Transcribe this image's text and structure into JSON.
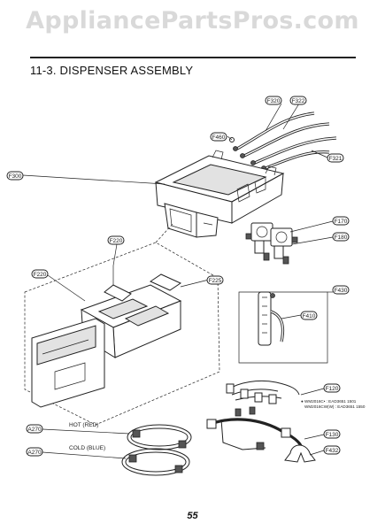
{
  "watermark": "AppliancePartsPros.com",
  "section_title": "11-3. DISPENSER ASSEMBLY",
  "page_number": "55",
  "callouts": {
    "f320_top": "F320",
    "f322": "F322",
    "f460": "F460",
    "f321": "F321",
    "f300": "F300",
    "f220": "F220",
    "f220_left": "F220",
    "f225": "F225",
    "f170": "F170",
    "f180": "F180",
    "f430": "F430",
    "f410": "F410",
    "f120": "F120",
    "f130": "F130",
    "f432": "F432",
    "a270_hot": "A270",
    "a270_cold": "A270"
  },
  "hose_labels": {
    "hot": "HOT (RED)",
    "cold": "COLD (BLUE)"
  },
  "model_notes": {
    "line1": "● WM2016C• : EAD3651 1501",
    "line2": "WM2016CW(W) : EAD3651 1550"
  },
  "colors": {
    "watermark": "#d9d9d9",
    "line": "#222222"
  }
}
